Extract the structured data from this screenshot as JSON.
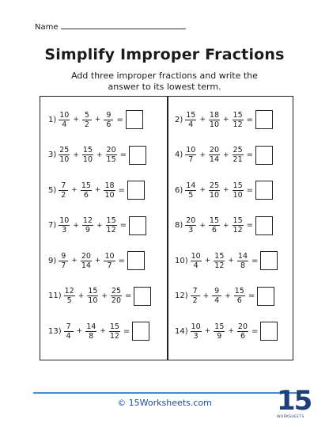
{
  "header": {
    "name_label": "Name",
    "title": "Simplify Improper Fractions",
    "instructions": "Add three improper fractions and write the answer to its lowest term."
  },
  "problems": [
    {
      "label": "1)",
      "fractions": [
        [
          "10",
          "4"
        ],
        [
          "5",
          "2"
        ],
        [
          "9",
          "6"
        ]
      ]
    },
    {
      "label": "2)",
      "fractions": [
        [
          "15",
          "4"
        ],
        [
          "18",
          "10"
        ],
        [
          "15",
          "12"
        ]
      ]
    },
    {
      "label": "3)",
      "fractions": [
        [
          "25",
          "10"
        ],
        [
          "15",
          "10"
        ],
        [
          "20",
          "15"
        ]
      ]
    },
    {
      "label": "4)",
      "fractions": [
        [
          "10",
          "7"
        ],
        [
          "20",
          "14"
        ],
        [
          "25",
          "21"
        ]
      ]
    },
    {
      "label": "5)",
      "fractions": [
        [
          "7",
          "2"
        ],
        [
          "15",
          "6"
        ],
        [
          "18",
          "10"
        ]
      ]
    },
    {
      "label": "6)",
      "fractions": [
        [
          "14",
          "5"
        ],
        [
          "25",
          "10"
        ],
        [
          "15",
          "10"
        ]
      ]
    },
    {
      "label": "7)",
      "fractions": [
        [
          "10",
          "3"
        ],
        [
          "12",
          "9"
        ],
        [
          "15",
          "12"
        ]
      ]
    },
    {
      "label": "8)",
      "fractions": [
        [
          "20",
          "3"
        ],
        [
          "15",
          "6"
        ],
        [
          "15",
          "12"
        ]
      ]
    },
    {
      "label": "9)",
      "fractions": [
        [
          "9",
          "7"
        ],
        [
          "20",
          "14"
        ],
        [
          "10",
          "7"
        ]
      ]
    },
    {
      "label": "10)",
      "fractions": [
        [
          "10",
          "4"
        ],
        [
          "15",
          "12"
        ],
        [
          "14",
          "8"
        ]
      ]
    },
    {
      "label": "11)",
      "fractions": [
        [
          "12",
          "5"
        ],
        [
          "15",
          "10"
        ],
        [
          "25",
          "20"
        ]
      ]
    },
    {
      "label": "12)",
      "fractions": [
        [
          "7",
          "2"
        ],
        [
          "9",
          "4"
        ],
        [
          "15",
          "6"
        ]
      ]
    },
    {
      "label": "13)",
      "fractions": [
        [
          "7",
          "4"
        ],
        [
          "14",
          "8"
        ],
        [
          "15",
          "12"
        ]
      ]
    },
    {
      "label": "14)",
      "fractions": [
        [
          "10",
          "3"
        ],
        [
          "15",
          "9"
        ],
        [
          "20",
          "6"
        ]
      ]
    }
  ],
  "symbols": {
    "plus": "+",
    "equals": "="
  },
  "footer": {
    "copyright": "© 15Worksheets.com",
    "logo_number": "15",
    "logo_word": "WORKSHEETS"
  },
  "colors": {
    "footer_line": "#3a8fd6",
    "footer_text": "#1d4ea0",
    "logo": "#1e3f7a"
  }
}
